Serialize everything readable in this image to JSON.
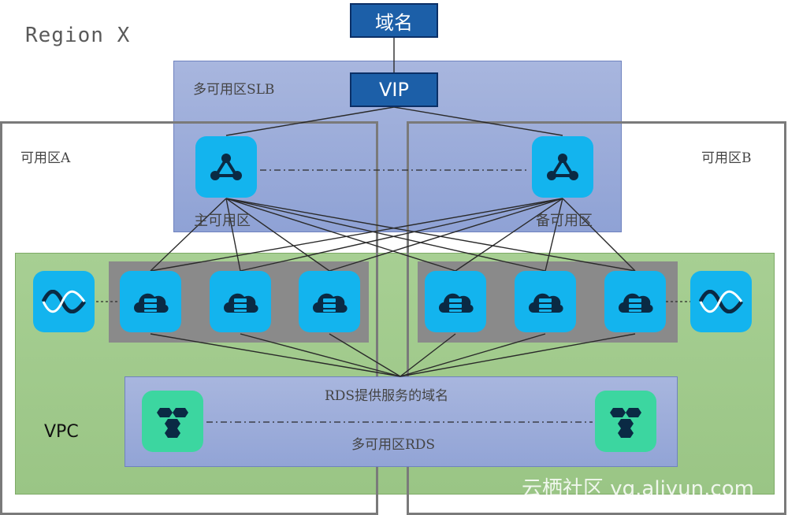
{
  "region_label": "Region X",
  "domain_box": "域名",
  "vip_box": "VIP",
  "slb_label": "多可用区SLB",
  "zone_a_label": "可用区A",
  "zone_b_label": "可用区B",
  "primary_zone_label": "主可用区",
  "backup_zone_label": "备可用区",
  "vpc_label": "VPC",
  "rds_domain_label": "RDS提供服务的域名",
  "rds_label": "多可用区RDS",
  "watermark": "云栖社区 yq.aliyun.com",
  "colors": {
    "slb_fill": "#9aaad9",
    "vpc_fill": "#a3cc8e",
    "zone_border": "#7a7a7a",
    "icon_blue": "#13b4ee",
    "icon_green": "#3cd6a0",
    "dark_box": "#1c5fa8"
  },
  "icons": {
    "slb": "load-balancer-icon",
    "ecs": "cloud-server-icon",
    "gateway": "wave-gateway-icon",
    "rds": "database-cluster-icon"
  }
}
